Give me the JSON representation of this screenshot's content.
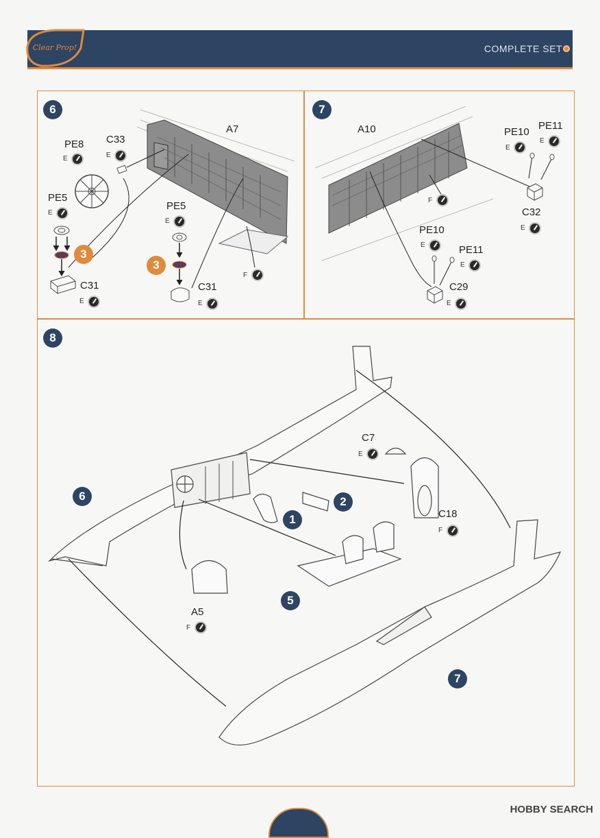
{
  "header": {
    "title": "COMPLETE SET",
    "logo_text": "Clear Prop!"
  },
  "colors": {
    "navy": "#2d4463",
    "orange": "#e08a3c"
  },
  "steps": {
    "s6": {
      "number": "6"
    },
    "s7": {
      "number": "7"
    },
    "s8": {
      "number": "8"
    }
  },
  "step6_parts": {
    "a7": "A7",
    "pe8": "PE8",
    "pe8_mat": "E",
    "c33": "C33",
    "c33_mat": "E",
    "pe5_left": "PE5",
    "pe5_left_mat": "E",
    "pe5_right": "PE5",
    "pe5_right_mat": "E",
    "sub3_left": "3",
    "sub3_right": "3",
    "c31_left": "C31",
    "c31_left_mat": "E",
    "c31_right": "C31",
    "c31_right_mat": "E",
    "f_mat": "F"
  },
  "step7_parts": {
    "a10": "A10",
    "pe10_top": "PE10",
    "pe10_top_mat": "E",
    "pe11_top": "PE11",
    "pe11_top_mat": "E",
    "c32": "C32",
    "c32_mat": "E",
    "f_mat": "F",
    "pe10_bot": "PE10",
    "pe10_bot_mat": "E",
    "pe11_bot": "PE11",
    "pe11_bot_mat": "E",
    "c29": "C29",
    "c29_mat": "E"
  },
  "step8_parts": {
    "ref6": "6",
    "ref2": "2",
    "ref1": "1",
    "ref5": "5",
    "ref7": "7",
    "c7": "C7",
    "c7_mat": "E",
    "c18": "C18",
    "c18_mat": "F",
    "a5": "A5",
    "a5_mat": "F"
  },
  "footer": {
    "brand": "HOBBY SEARCH"
  }
}
